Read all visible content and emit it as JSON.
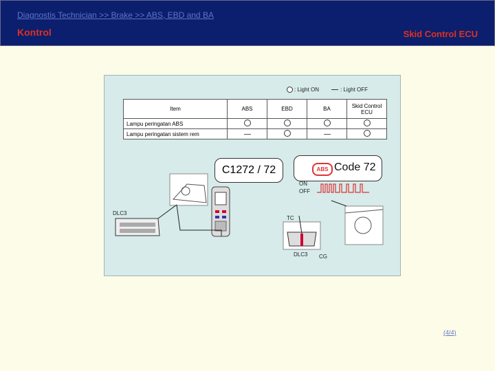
{
  "header": {
    "breadcrumb": "Diagnostis Technician >> Brake >> ABS, EBD and BA",
    "title": "Kontrol",
    "right_title": "Skid Control ECU"
  },
  "legend": {
    "on_label": ": Light ON",
    "off_label": ": Light OFF"
  },
  "table": {
    "headers": [
      "Item",
      "ABS",
      "EBD",
      "BA",
      "Skid Control ECU"
    ],
    "rows": [
      {
        "label": "Lampu peringatan ABS",
        "states": [
          "on",
          "on",
          "on",
          "on"
        ]
      },
      {
        "label": "Lampu peringatan sistem rem",
        "states": [
          "off",
          "on",
          "off",
          "on"
        ]
      }
    ]
  },
  "callout_left": "C1272 / 72",
  "callout_right": {
    "badge": "ABS",
    "code": "Code 72"
  },
  "signal": {
    "on": "ON",
    "off": "OFF"
  },
  "labels": {
    "dlc3_left": "DLC3",
    "tc": "TC",
    "dlc3_bottom": "DLC3",
    "cg": "CG"
  },
  "pager": "(4/4)"
}
